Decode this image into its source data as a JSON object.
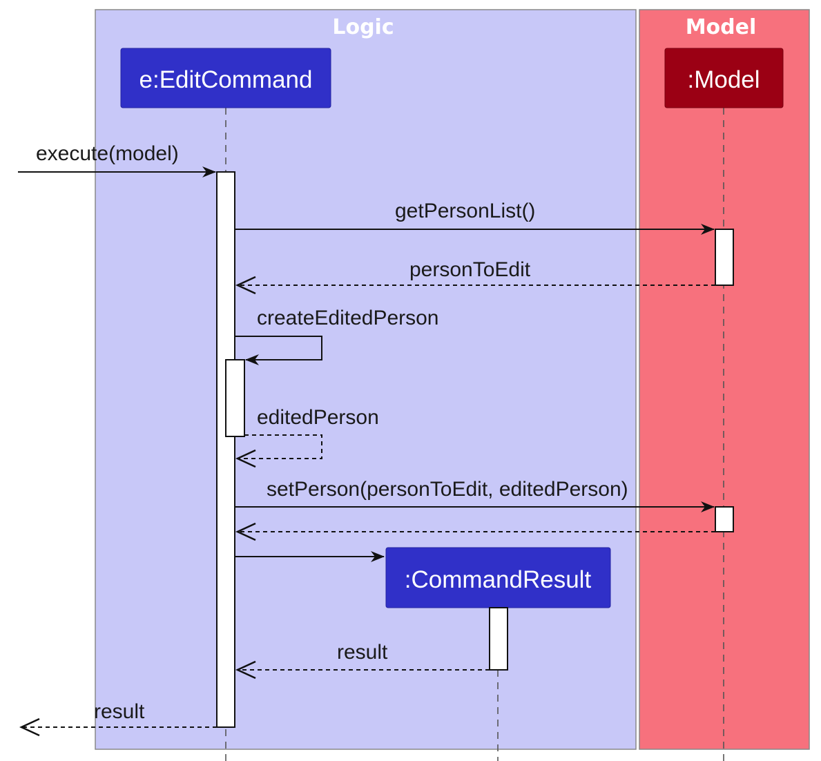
{
  "boxes": {
    "logic": {
      "title": "Logic",
      "color": "#c8c8f8"
    },
    "model": {
      "title": "Model",
      "color": "#f7717d"
    }
  },
  "participants": {
    "edit_command": {
      "label": "e:EditCommand",
      "color": "#3030c8"
    },
    "model": {
      "label": ":Model",
      "color": "#9b0014"
    },
    "command_result": {
      "label": ":CommandResult",
      "color": "#3030c8"
    }
  },
  "messages": {
    "execute": "execute(model)",
    "get_person_list": "getPersonList()",
    "person_to_edit": "personToEdit",
    "create_edited_person": "createEditedPerson",
    "edited_person": "editedPerson",
    "set_person": "setPerson(personToEdit, editedPerson)",
    "result_inner": "result",
    "result_outer": "result"
  }
}
